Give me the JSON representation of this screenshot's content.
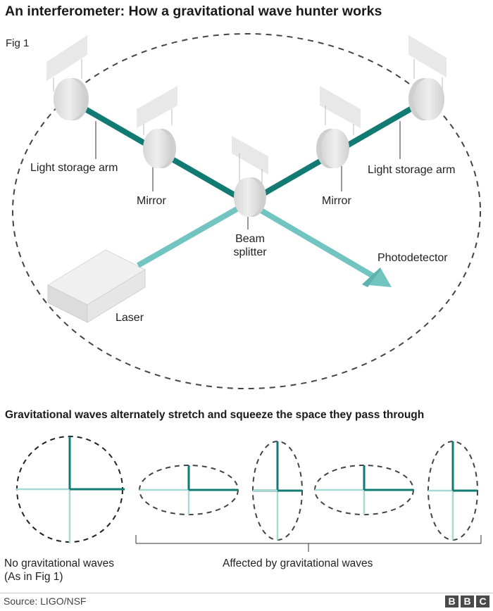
{
  "title": "An interferometer: How a gravitational wave hunter works",
  "fig_label": "Fig 1",
  "labels": {
    "light_storage_arm_left": "Light storage arm",
    "light_storage_arm_right": "Light storage arm",
    "mirror_left": "Mirror",
    "mirror_right": "Mirror",
    "beam_splitter_line1": "Beam",
    "beam_splitter_line2": "splitter",
    "photodetector": "Photodetector",
    "laser": "Laser"
  },
  "subtitle": "Gravitational waves alternately stretch and squeeze the space they pass through",
  "captions": {
    "no_waves_line1": "No gravitational waves",
    "no_waves_line2": "(As in Fig 1)",
    "affected": "Affected by gravitational waves"
  },
  "source": "Source: LIGO/NSF",
  "brand": [
    "B",
    "B",
    "C"
  ],
  "colors": {
    "dark_teal": "#117a73",
    "light_teal": "#72c4c0",
    "pale_teal": "#a8d9d4",
    "mirror_grey": "#e4e4e4",
    "dash": "#444444"
  }
}
